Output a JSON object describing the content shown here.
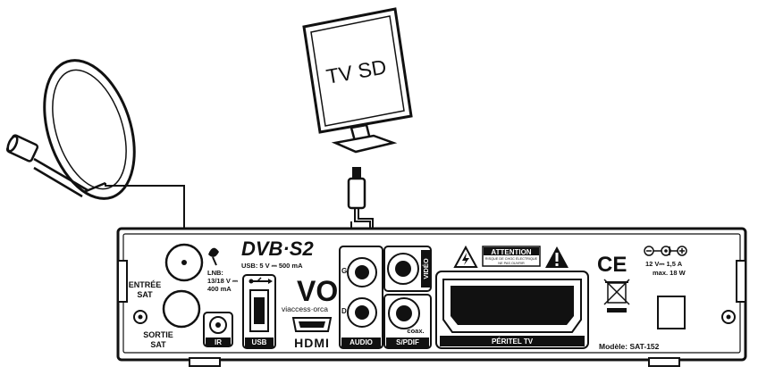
{
  "tv": {
    "label": "TV SD"
  },
  "inputs": {
    "sat_in": "ENTRÉE\nSAT",
    "sat_out": "SORTIE\nSAT",
    "lnb_spec": "LNB:\n13/18 V ⎓\n400 mA"
  },
  "logos": {
    "dvb": "DVB·S2",
    "viaccess": "viaccess·orca",
    "hdmi": "HDMI",
    "ce": "CE"
  },
  "usb": {
    "spec": "USB: 5 V ⎓ 500 mA",
    "label": "USB"
  },
  "ports": {
    "ir": "IR",
    "audio": "AUDIO",
    "audio_left": "G",
    "audio_right": "D",
    "video": "VIDÉO",
    "spdif_top": "coax.",
    "spdif_bottom": "S/PDIF",
    "scart": "PÉRITEL TV"
  },
  "warning": {
    "title": "ATTENTION",
    "line1": "RISQUE DE CHOC ÉLECTRIQUE",
    "line2": "NE PAS OUVRIR"
  },
  "power": {
    "spec_line1": "12 V⎓ 1,5 A",
    "spec_line2": "max. 18 W"
  },
  "model": "Modèle: SAT-152"
}
